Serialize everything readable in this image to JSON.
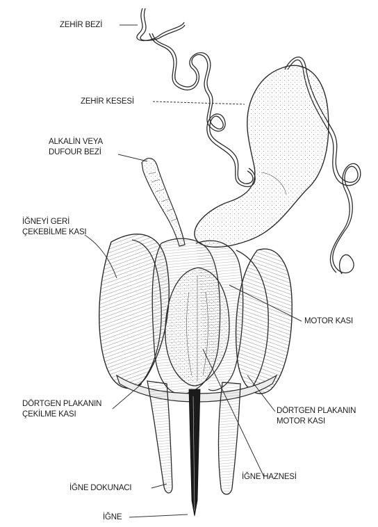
{
  "labels": {
    "venom_gland": "ZEHİR BEZİ",
    "venom_sac": "ZEHİR KESESİ",
    "alkaline_gland_line1": "ALKALİN VEYA",
    "alkaline_gland_line2": "DUFOUR BEZİ",
    "retractor_muscle_line1": "İĞNEYİ GERİ",
    "retractor_muscle_line2": "ÇEKEBİLME KASI",
    "motor_muscle": "MOTOR KASI",
    "quad_plate_retractor_line1": "DÖRTGEN PLAKANIN",
    "quad_plate_retractor_line2": "ÇEKİLME KASI",
    "quad_plate_motor_line1": "DÖRTGEN PLAKANIN",
    "quad_plate_motor_line2": "MOTOR KASI",
    "sting_sheath": "İĞNE HAZNESİ",
    "sting_palp": "İĞNE DOKUNACI",
    "sting": "İĞNE"
  }
}
